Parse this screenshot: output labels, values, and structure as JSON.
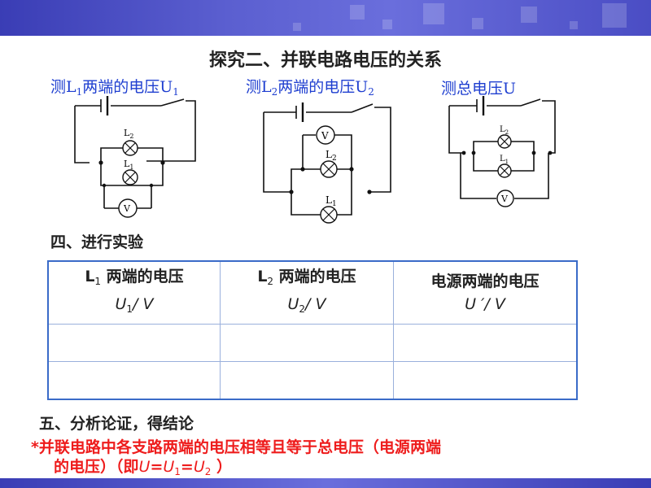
{
  "title": "探究二、并联电路电压的关系",
  "circuits": [
    {
      "label_prefix": "测L",
      "label_sub": "1",
      "label_mid": "两端的电压U",
      "label_sub2": "1",
      "lamp_top": "L",
      "lamp_top_sub": "2",
      "lamp_bottom": "L",
      "lamp_bottom_sub": "1",
      "meter": "V"
    },
    {
      "label_prefix": "测L",
      "label_sub": "2",
      "label_mid": "两端的电压U",
      "label_sub2": "2",
      "lamp_top": "L",
      "lamp_top_sub": "2",
      "lamp_bottom": "L",
      "lamp_bottom_sub": "1",
      "meter": "V"
    },
    {
      "label_prefix": "测总电压U",
      "label_sub": "",
      "label_mid": "",
      "label_sub2": "",
      "lamp_top": "L",
      "lamp_top_sub": "2",
      "lamp_bottom": "L",
      "lamp_bottom_sub": "1",
      "meter": "V"
    }
  ],
  "section4": "四、进行实验",
  "table": {
    "headers": [
      {
        "line1_a": "L",
        "line1_sub": "1",
        "line1_b": "  两端的电压",
        "qty": "U",
        "qty_sub": "1",
        "unit": "/ V"
      },
      {
        "line1_a": "L",
        "line1_sub": "2",
        "line1_b": "  两端的电压",
        "qty": "U",
        "qty_sub": "2",
        "unit": "/ V"
      },
      {
        "line1_a": "电源两端的电压",
        "line1_sub": "",
        "line1_b": "",
        "qty": "U ′",
        "qty_sub": "",
        "unit": "/ V"
      }
    ],
    "rows": [
      [
        "",
        "",
        ""
      ],
      [
        "",
        "",
        ""
      ]
    ]
  },
  "section5": "五、分析论证，得结论",
  "conclusion": {
    "line1": "*并联电路中各支路两端的电压相等且等于总电压（电源两端",
    "line2_a": "的电压）（即",
    "eq_u": "U",
    "eq_eq1": "=",
    "eq_u1": "U",
    "eq_u1_sub": "1",
    "eq_eq2": "=",
    "eq_u2": "U",
    "eq_u2_sub": "2",
    "line2_b": " ）"
  },
  "colors": {
    "banner": "#4a4dc4",
    "label_blue": "#1f3fd0",
    "conclusion_red": "#ee1c1c",
    "table_border": "#3a6bc8"
  }
}
